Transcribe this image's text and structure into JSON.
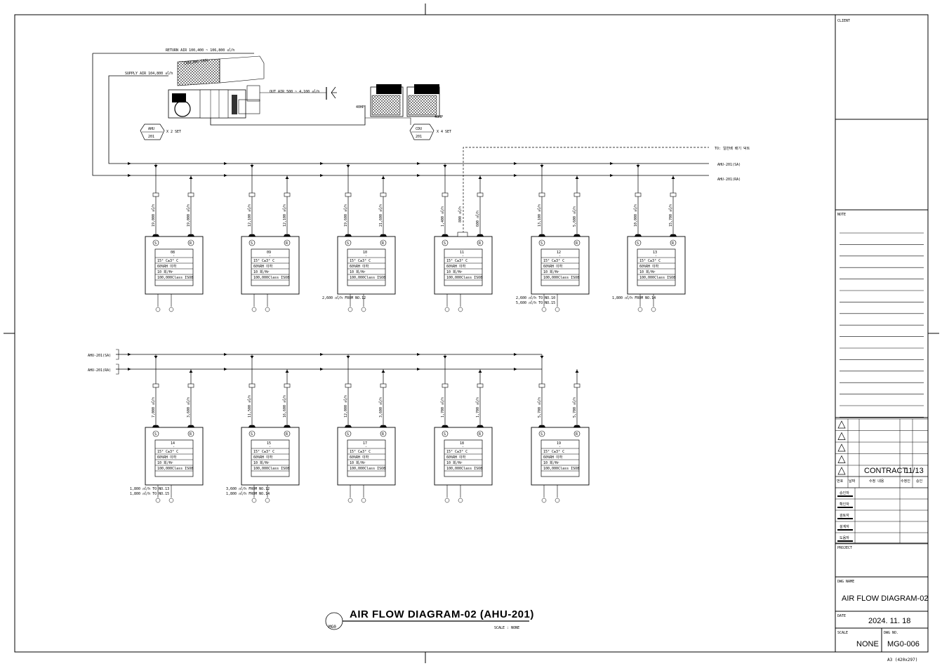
{
  "title_block": {
    "client_label": "CLIENT",
    "note_label": "NOTE",
    "contract": "CONTRACT",
    "sheet": "11/13",
    "rev_headers": [
      "번호",
      "날짜",
      "수정 내용",
      "수정인",
      "승인"
    ],
    "roles": [
      "승인자",
      "확인자",
      "검토자",
      "설계자",
      "도움자"
    ],
    "project_label": "PROJECT",
    "dwg_name_label": "DWG NAME",
    "dwg_name": "AIR FLOW DIAGRAM-02",
    "date_label": "DATE",
    "date": "2024. 11. 18",
    "scale_label": "SCALE",
    "scale": "NONE",
    "dwg_no_label": "DWG NO.",
    "dwg_no": "MG0-006",
    "paper": "A3 (420x297)"
  },
  "drawing": {
    "title": "AIR FLOW DIAGRAM-02 (AHU-201)",
    "scale_text": "SCALE : NONE",
    "ref_tag": "MG0",
    "return_air": "RETURN AIR  100,400 ~ 106,800 ㎥/h",
    "supply_air": "SUPPLY AIR  104,800 ㎥/h",
    "out_air": "OUT AIR  500 ~ 4,100 ㎥/h",
    "ahu_tag": [
      "AHU",
      "201"
    ],
    "ahu_count": "X 2 SET",
    "cdu_tag": [
      "CDU",
      "201"
    ],
    "cdu_count": "X 4 SET",
    "hp1": "40HP",
    "hp2": "40HP",
    "exhaust_dest": "TO: 일반배 배기 덕트",
    "line_sa": "AHU-201(SA)",
    "line_ra": "AHU-201(RA)",
    "spec": [
      "15° C±3° C",
      "60%RH 이하",
      "10 회/Hr",
      "100,000Class ISO8"
    ]
  },
  "rooms_row1": [
    {
      "no": "08",
      "sa": "19,000 ㎥/h",
      "ra": "19,000 ㎥/h"
    },
    {
      "no": "09",
      "sa": "12,100 ㎥/h",
      "ra": "12,100 ㎥/h"
    },
    {
      "no": "10",
      "sa": "19,600 ㎥/h",
      "ra": "21,600 ㎥/h",
      "note": "2,600 ㎥/h FROM NO.12"
    },
    {
      "no": "11",
      "sa": "1,400 ㎥/h",
      "ra": "600 ㎥/h",
      "ex": "800 ㎥/h"
    },
    {
      "no": "12",
      "sa": "13,100 ㎥/h",
      "ra": "5,600 ㎥/h",
      "note": "2,600 ㎥/h TO NO.10 / 5,600 ㎥/h TO NO.15"
    },
    {
      "no": "13",
      "sa": "10,000 ㎥/h",
      "ra": "15,700 ㎥/h",
      "note": "1,800 ㎥/h FROM NO.14"
    }
  ],
  "rooms_row2": [
    {
      "no": "14",
      "sa": "7,000 ㎥/h",
      "ra": "3,600 ㎥/h",
      "note": "1,800 ㎥/h TO NO.13 / 1,800 ㎥/h TO NO.15"
    },
    {
      "no": "15",
      "sa": "11,500 ㎥/h",
      "ra": "16,600 ㎥/h",
      "note": "3,600 ㎥/h FROM NO.12 / 1,800 ㎥/h FROM NO.14"
    },
    {
      "no": "17",
      "sa": "12,000 ㎥/h",
      "ra": "3,600 ㎥/h"
    },
    {
      "no": "18",
      "sa": "1,700 ㎥/h",
      "ra": "1,700 ㎥/h"
    },
    {
      "no": "19",
      "sa": "5,700 ㎥/h",
      "ra": "5,700 ㎥/h"
    }
  ]
}
